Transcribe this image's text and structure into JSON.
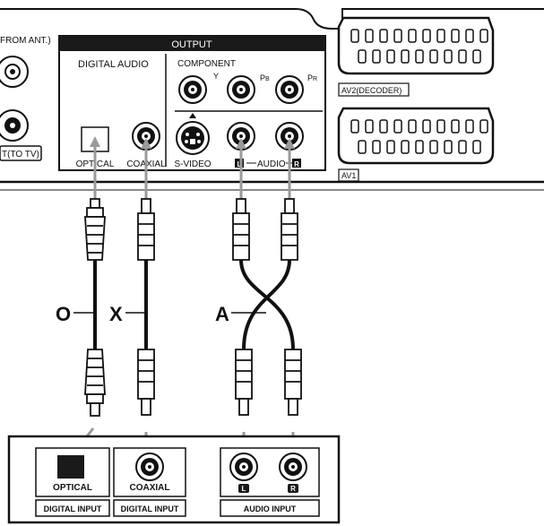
{
  "panel": {
    "ant_in_label": "FROM ANT.)",
    "rf_out_label": "T(TO TV)",
    "output_title": "OUTPUT",
    "digital_audio_label": "DIGITAL AUDIO",
    "component_label": "COMPONENT",
    "y_label": "Y",
    "pb_label": "P",
    "pb_sub": "B",
    "pr_label": "P",
    "pr_sub": "R",
    "optical_label": "OPTICAL",
    "coaxial_label": "COAXIAL",
    "svideo_label": "S-VIDEO",
    "audio_label": "AUDIO",
    "audio_left_mark": "L",
    "audio_right_mark": "R",
    "av2_label": "AV2(DECODER)",
    "av1_label": "AV1"
  },
  "cables": {
    "optical_marker": "O",
    "coaxial_marker": "X",
    "audio_marker": "A"
  },
  "receiver": {
    "optical_label": "OPTICAL",
    "coaxial_label": "COAXIAL",
    "left_badge": "L",
    "right_badge": "R",
    "digital_input_1": "DIGITAL INPUT",
    "digital_input_2": "DIGITAL INPUT",
    "audio_input": "AUDIO INPUT"
  },
  "colors": {
    "panel_dark": "#1a1a1a",
    "arrow_gray": "#9a9a9a",
    "line": "#111111"
  }
}
